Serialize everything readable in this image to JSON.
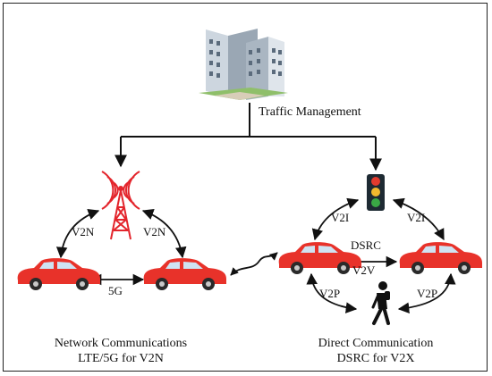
{
  "title": "Traffic Management",
  "links": {
    "v2n_left": "V2N",
    "v2n_right": "V2N",
    "fiveg": "5G",
    "v2i_left": "V2I",
    "v2i_right": "V2I",
    "dsrc": "DSRC",
    "v2v": "V2V",
    "v2p_left": "V2P",
    "v2p_right": "V2P"
  },
  "captions": {
    "left_line1": "Network Communications",
    "left_line2": "LTE/5G for V2N",
    "right_line1": "Direct Communication",
    "right_line2": "DSRC for V2X"
  },
  "colors": {
    "car_body": "#e8322a",
    "tower": "#e3252c",
    "signal_red": "#e23b2e",
    "signal_yellow": "#f2b82e",
    "signal_green": "#3aa845",
    "building": "#b9c6d3"
  }
}
